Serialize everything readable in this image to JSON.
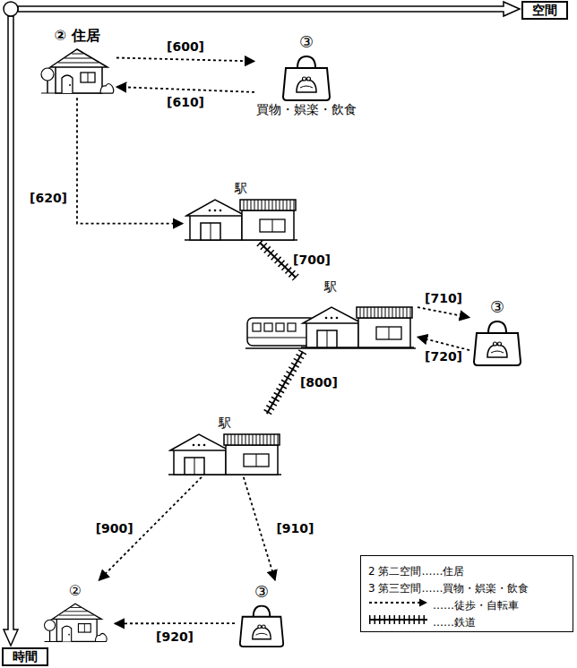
{
  "diagram": {
    "nodes": [
      {
        "text": [
          "② 住居"
        ]
      },
      {
        "text": [
          "③",
          "買物・娯楽・飲食"
        ]
      },
      {
        "text": [
          "駅"
        ]
      },
      {
        "text": [
          "駅"
        ]
      },
      {
        "text": [
          "③"
        ]
      },
      {
        "text": [
          "駅"
        ]
      },
      {
        "text": [
          "②"
        ]
      },
      {
        "text": [
          "③"
        ]
      },
      {
        "text": [
          "空間"
        ]
      },
      {
        "text": [
          "時間"
        ]
      }
    ],
    "edges": [
      {
        "from": 0,
        "to": 1,
        "arrow": "to",
        "label": "[600]"
      },
      {
        "from": 1,
        "to": 0,
        "arrow": "to",
        "label": "[610]"
      },
      {
        "from": 0,
        "to": 2,
        "arrow": "to",
        "label": "[620]"
      },
      {
        "from": 2,
        "to": 3,
        "arrow": "none",
        "label": "[700]"
      },
      {
        "from": 3,
        "to": 4,
        "arrow": "to",
        "label": "[710]"
      },
      {
        "from": 4,
        "to": 3,
        "arrow": "to",
        "label": "[720]"
      },
      {
        "from": 3,
        "to": 5,
        "arrow": "none",
        "label": "[800]"
      },
      {
        "from": 5,
        "to": 6,
        "arrow": "to",
        "label": "[900]"
      },
      {
        "from": 5,
        "to": 7,
        "arrow": "to",
        "label": "[910]"
      },
      {
        "from": 7,
        "to": 6,
        "arrow": "to",
        "label": "[920]"
      }
    ],
    "legend": [
      {
        "text": "2 第二空間……住居"
      },
      {
        "text": "3 第三空間……買物・娯楽・飲食"
      },
      {
        "text": "……徒歩・自転車"
      },
      {
        "text": "……鉄道"
      }
    ]
  }
}
